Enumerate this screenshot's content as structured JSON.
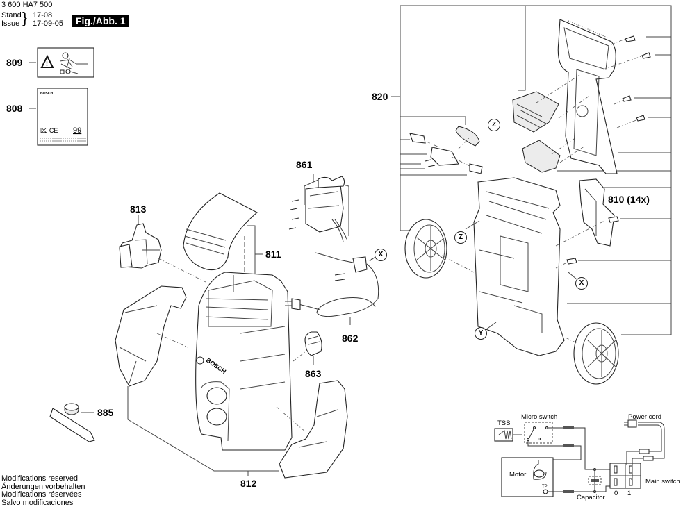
{
  "header": {
    "part_number": "3 600 HA7 500",
    "stand_label": "Stand",
    "issue_label": "Issue",
    "old_date": "17-08",
    "issue_date": "17-09-05",
    "figure_label": "Fig./Abb. 1"
  },
  "callouts": {
    "c809": "809",
    "c808": "808",
    "c813": "813",
    "c861": "861",
    "c811": "811",
    "c862": "862",
    "c863": "863",
    "c885": "885",
    "c812": "812",
    "c820": "820",
    "c810": "810 (14x)"
  },
  "reference_markers": {
    "x": "X",
    "y": "Y",
    "z": "Z"
  },
  "labels": {
    "brand_on_housing": "BOSCH",
    "label_808_brand": "BOSCH",
    "label_808_value": "99"
  },
  "wiring": {
    "tss": "TSS",
    "micro_switch": "Micro switch",
    "power_cord": "Power cord",
    "motor": "Motor",
    "tp": "TP",
    "capacitor": "Capacitor",
    "main_switch": "Main switch",
    "pos_0": "0",
    "pos_1": "1"
  },
  "footer": {
    "lines": [
      "Modifications reserved",
      "Änderungen vorbehalten",
      "Modifications réservées",
      "Salvo modificaciones"
    ]
  }
}
